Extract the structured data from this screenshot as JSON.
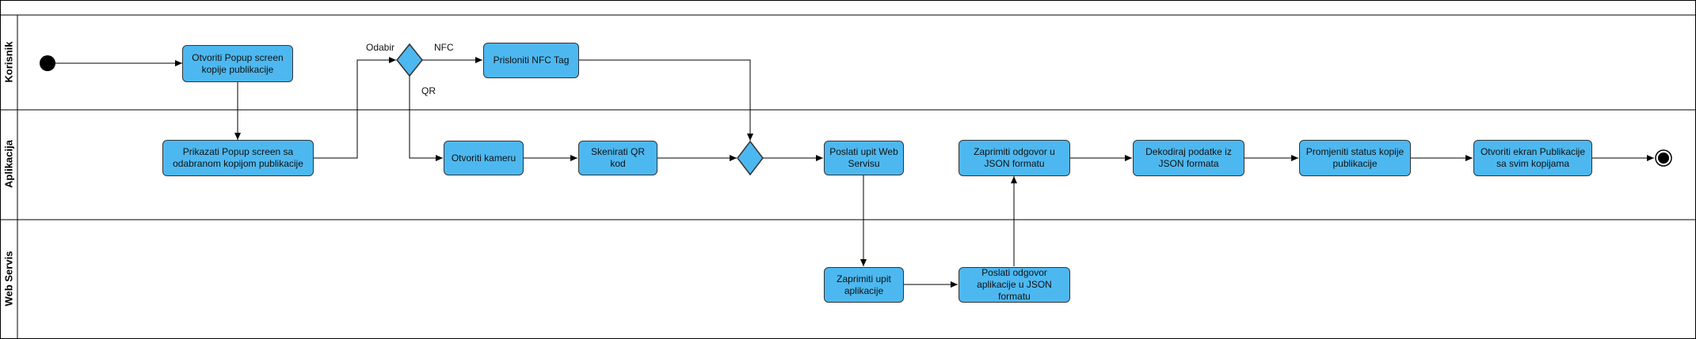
{
  "lanes": {
    "korisnik": "Korisnik",
    "aplikacija": "Aplikacija",
    "web_servis": "Web Servis"
  },
  "nodes": {
    "otvoriti_popup": "Otvoriti Popup screen kopije publikacije",
    "prislonit_nfc": "Prisloniti NFC Tag",
    "prikazati_popup": "Prikazati Popup screen sa odabranom kopijom publikacije",
    "otvoriti_kameru": "Otvoriti kameru",
    "skenirati_qr": "Skenirati QR kod",
    "poslati_upit": "Poslati upit Web Servisu",
    "zaprimiti_odgovor": "Zaprimiti odgovor u JSON formatu",
    "dekodiraj": "Dekodiraj podatke iz JSON formata",
    "promjeniti_status": "Promjeniti status kopije publikacije",
    "otvoriti_ekran": "Otvoriti ekran Publikacije sa svim kopijama",
    "zaprimiti_upit": "Zaprimiti upit aplikacije",
    "poslati_odgovor": "Poslati odgovor aplikacije u JSON formatu"
  },
  "labels": {
    "odabir": "Odabir",
    "nfc": "NFC",
    "qr": "QR"
  },
  "colors": {
    "node_fill": "#4db8f0",
    "stroke": "#333333"
  }
}
